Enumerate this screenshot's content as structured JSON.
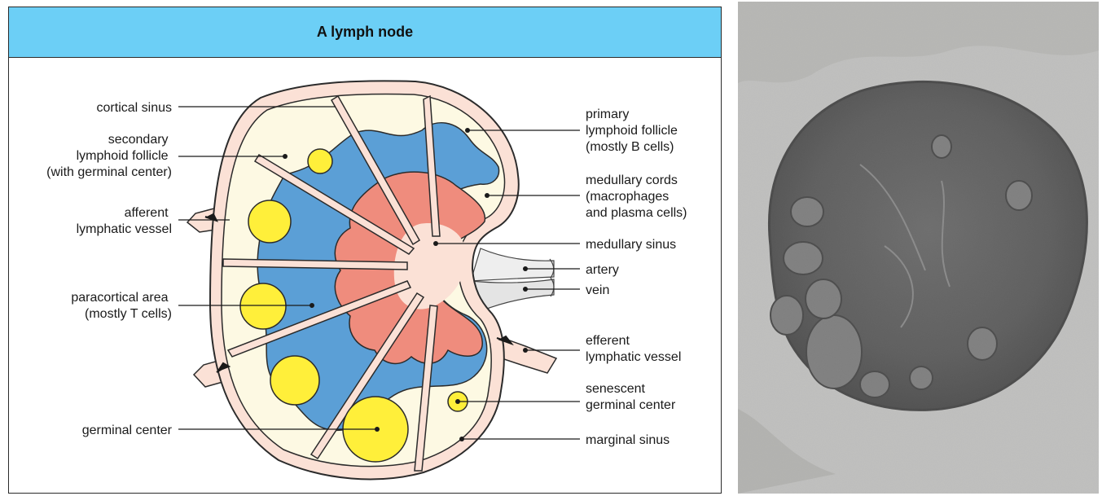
{
  "title": "A lymph node",
  "labels": {
    "cortical_sinus": "cortical sinus",
    "secondary_follicle": [
      "secondary",
      "lymphoid follicle",
      "(with germinal center)"
    ],
    "afferent": [
      "afferent",
      "lymphatic vessel"
    ],
    "paracortical": [
      "paracortical area",
      "(mostly T cells)"
    ],
    "germinal_center": "germinal center",
    "primary_follicle": [
      "primary",
      "lymphoid follicle",
      "(mostly B cells)"
    ],
    "medullary_cords": [
      "medullary cords",
      "(macrophages",
      "and plasma cells)"
    ],
    "medullary_sinus": "medullary sinus",
    "artery": "artery",
    "vein": "vein",
    "efferent": [
      "efferent",
      "lymphatic vessel"
    ],
    "senescent": [
      "senescent",
      "germinal center"
    ],
    "marginal_sinus": "marginal sinus"
  },
  "colors": {
    "title_bar": "#6ccff6",
    "capsule": "#fbe1d6",
    "follicle": "#fdf9e3",
    "paracortex": "#5b9fd6",
    "medullary_cords": "#ef8c7d",
    "germinal_center": "#ffef3a",
    "vessel": "#eeeeee"
  }
}
